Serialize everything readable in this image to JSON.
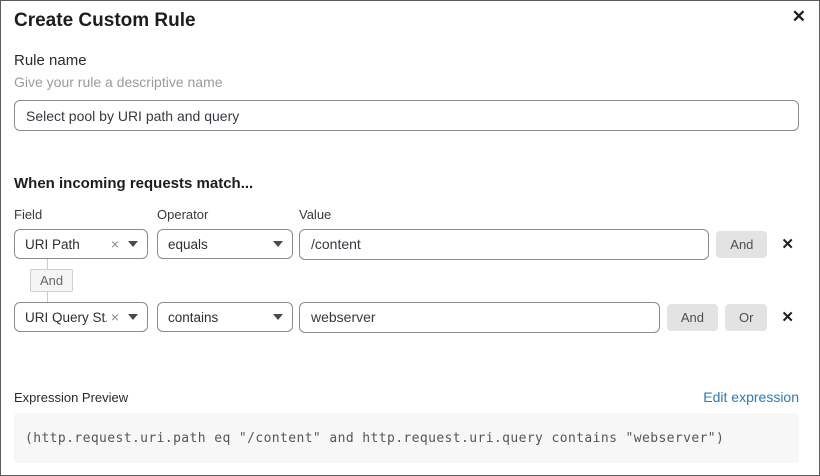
{
  "dialog": {
    "title": "Create Custom Rule",
    "close_icon": "✕"
  },
  "rule_name": {
    "label": "Rule name",
    "helper": "Give your rule a descriptive name",
    "value": "Select pool by URI path and query"
  },
  "match": {
    "heading": "When incoming requests match...",
    "columns": {
      "field": "Field",
      "operator": "Operator",
      "value": "Value"
    },
    "connector_label": "And",
    "rows": [
      {
        "field": "URI Path",
        "operator": "equals",
        "value": "/content",
        "and_label": "And",
        "clear_icon": "×",
        "remove_icon": "✕"
      },
      {
        "field": "URI Query St...",
        "operator": "contains",
        "value": "webserver",
        "and_label": "And",
        "or_label": "Or",
        "clear_icon": "×",
        "remove_icon": "✕"
      }
    ]
  },
  "expression": {
    "label": "Expression Preview",
    "edit_link": "Edit expression",
    "code": "(http.request.uri.path eq \"/content\" and http.request.uri.query contains \"webserver\")"
  },
  "colors": {
    "link_blue": "#2c7bb8",
    "input_border": "#8c8c8c",
    "button_gray": "#e3e3e3",
    "code_background": "#f7f7f7",
    "dialog_border": "#5c5c5c"
  }
}
